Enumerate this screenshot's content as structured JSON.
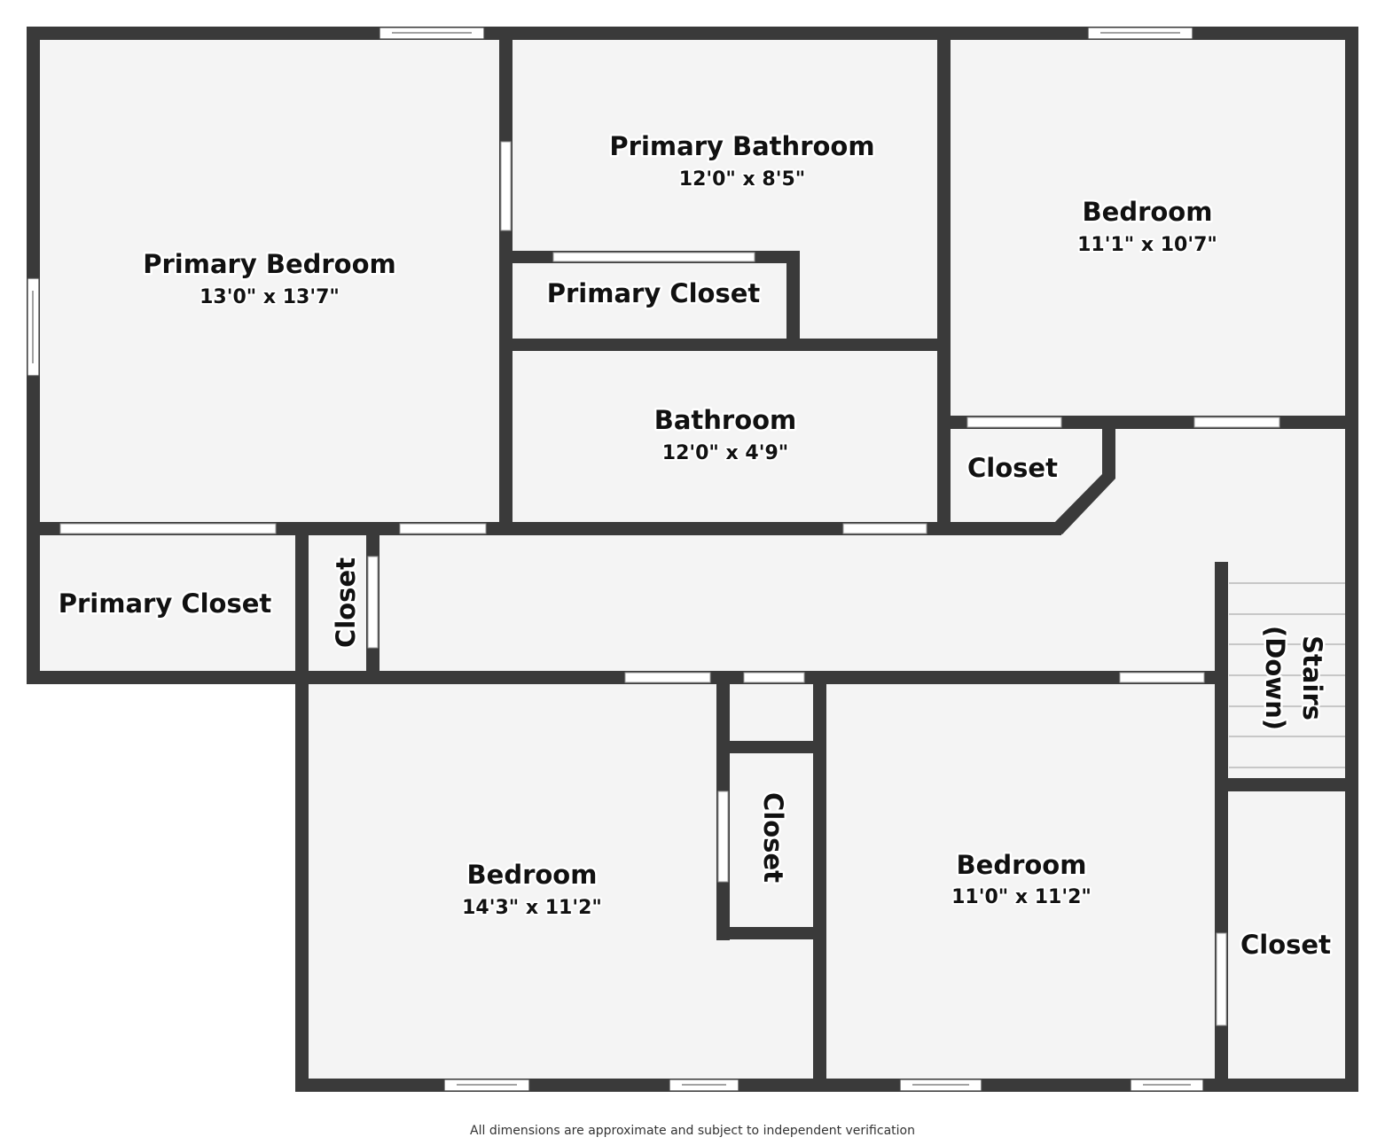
{
  "rooms": {
    "primary_bedroom": {
      "name": "Primary Bedroom",
      "dims": "13'0\" x 13'7\""
    },
    "primary_bathroom": {
      "name": "Primary Bathroom",
      "dims": "12'0\" x 8'5\""
    },
    "bedroom_top_right": {
      "name": "Bedroom",
      "dims": "11'1\" x 10'7\""
    },
    "primary_closet_upper": {
      "name": "Primary Closet"
    },
    "bathroom": {
      "name": "Bathroom",
      "dims": "12'0\" x 4'9\""
    },
    "closet_upper_right": {
      "name": "Closet"
    },
    "primary_closet_lower": {
      "name": "Primary Closet"
    },
    "closet_hall": {
      "name": "Closet"
    },
    "stairs": {
      "line1": "Stairs",
      "line2": "(Down)"
    },
    "bedroom_bottom_left": {
      "name": "Bedroom",
      "dims": "14'3\" x 11'2\""
    },
    "closet_middle": {
      "name": "Closet"
    },
    "bedroom_bottom_right": {
      "name": "Bedroom",
      "dims": "11'0\" x 11'2\""
    },
    "closet_bottom_right": {
      "name": "Closet"
    }
  },
  "footer": {
    "disclaimer": "All dimensions are approximate and subject to independent verification"
  },
  "colors": {
    "wall": "#3a3a3a",
    "floor": "#f4f4f4",
    "background": "#ffffff"
  }
}
